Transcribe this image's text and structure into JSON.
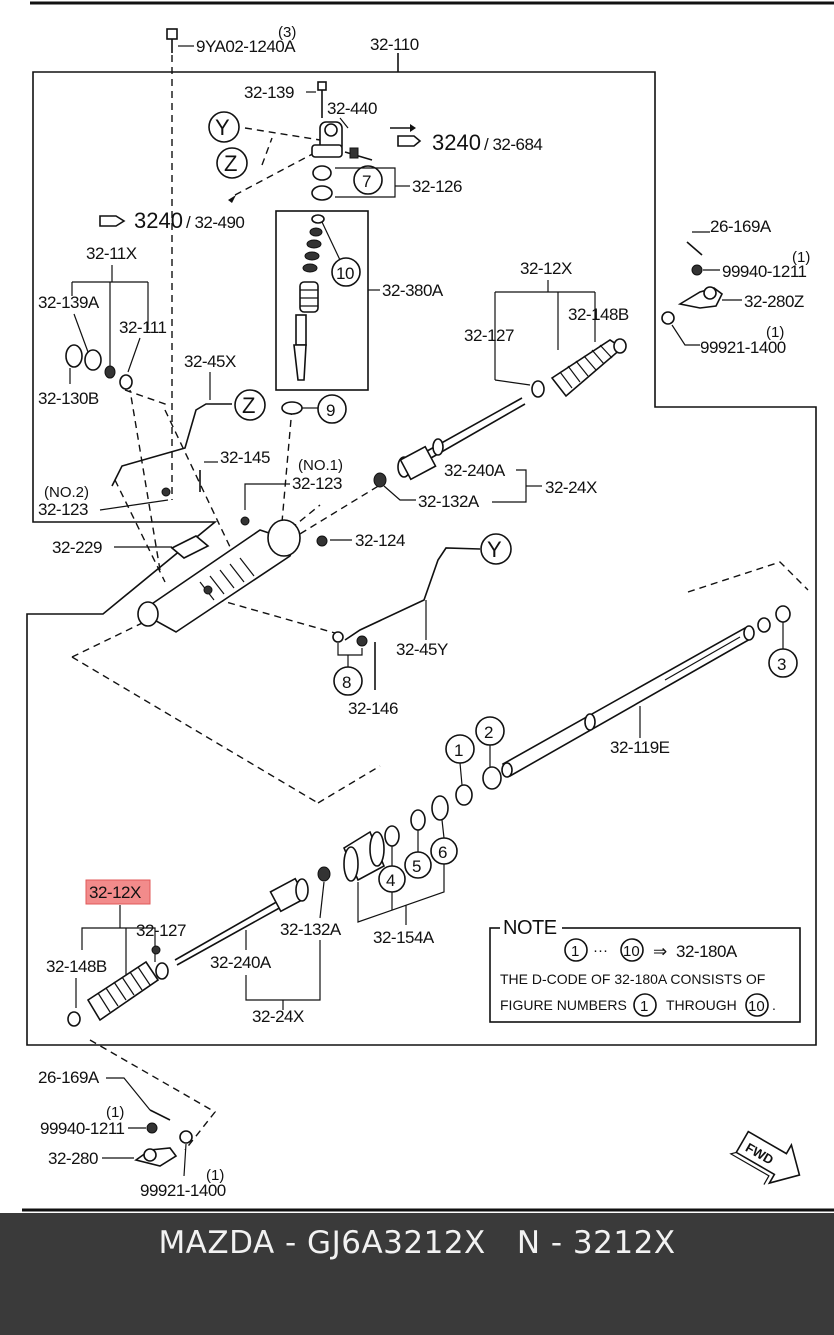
{
  "diagram": {
    "parts": {
      "p9YA02": "9YA02-1240A",
      "p9YA02_qty": "(3)",
      "p32_110": "32-110",
      "p32_139": "32-139",
      "p32_440": "32-440",
      "ref_3240_top": "3240",
      "ref_32_684": "/ 32-684",
      "p32_126": "32-126",
      "ref_3240_left": "3240",
      "ref_32_490": "/ 32-490",
      "p32_380A": "32-380A",
      "p26_169A_top": "26-169A",
      "p99940_top": "99940-1211",
      "p99940_top_qty": "(1)",
      "p32_280Z": "32-280Z",
      "p99921_top": "99921-1400",
      "p99921_top_qty": "(1)",
      "p32_11X": "32-11X",
      "p32_139A": "32-139A",
      "p32_111": "32-111",
      "p32_130B": "32-130B",
      "p32_12X_top": "32-12X",
      "p32_127_top": "32-127",
      "p32_148B_top": "32-148B",
      "p32_45X": "32-45X",
      "p32_145": "32-145",
      "no1": "(NO.1)",
      "p32_123_a": "32-123",
      "no2": "(NO.2)",
      "p32_123_b": "32-123",
      "p32_240A_top": "32-240A",
      "p32_132A_top": "32-132A",
      "p32_24X_top": "32-24X",
      "p32_229": "32-229",
      "p32_124": "32-124",
      "p32_45Y": "32-45Y",
      "p32_146": "32-146",
      "p32_119E": "32-119E",
      "p32_12X_highlight": "32-12X",
      "p32_127_bot": "32-127",
      "p32_148B_bot": "32-148B",
      "p32_240A_bot": "32-240A",
      "p32_24X_bot": "32-24X",
      "p32_132A_bot": "32-132A",
      "p32_154A": "32-154A",
      "p26_169A_bot": "26-169A",
      "p99940_bot": "99940-1211",
      "p99940_bot_qty": "(1)",
      "p32_280": "32-280",
      "p99921_bot": "99921-1400",
      "p99921_bot_qty": "(1)"
    },
    "callouts": {
      "Y_top": "Y",
      "Z_top": "Z",
      "Z_mid": "Z",
      "Y_mid": "Y",
      "c1": "1",
      "c2": "2",
      "c3": "3",
      "c4": "4",
      "c5": "5",
      "c6": "6",
      "c7": "7",
      "c8": "8",
      "c9": "9",
      "c10": "10"
    },
    "note": {
      "heading": "NOTE",
      "range_start": "1",
      "range_dots": "···",
      "range_end": "10",
      "arrow": "⇒",
      "target": "32-180A",
      "line1": "THE D-CODE OF 32-180A  CONSISTS OF",
      "line2a": "FIGURE NUMBERS",
      "line2_start": "1",
      "line2b": "THROUGH",
      "line2_end": "10",
      "line2_period": "."
    },
    "fwd": "FWD",
    "highlight_color": "#f28b8b"
  },
  "footer": {
    "caption": "MAZDA - GJ6A3212X   N - 3212X"
  }
}
